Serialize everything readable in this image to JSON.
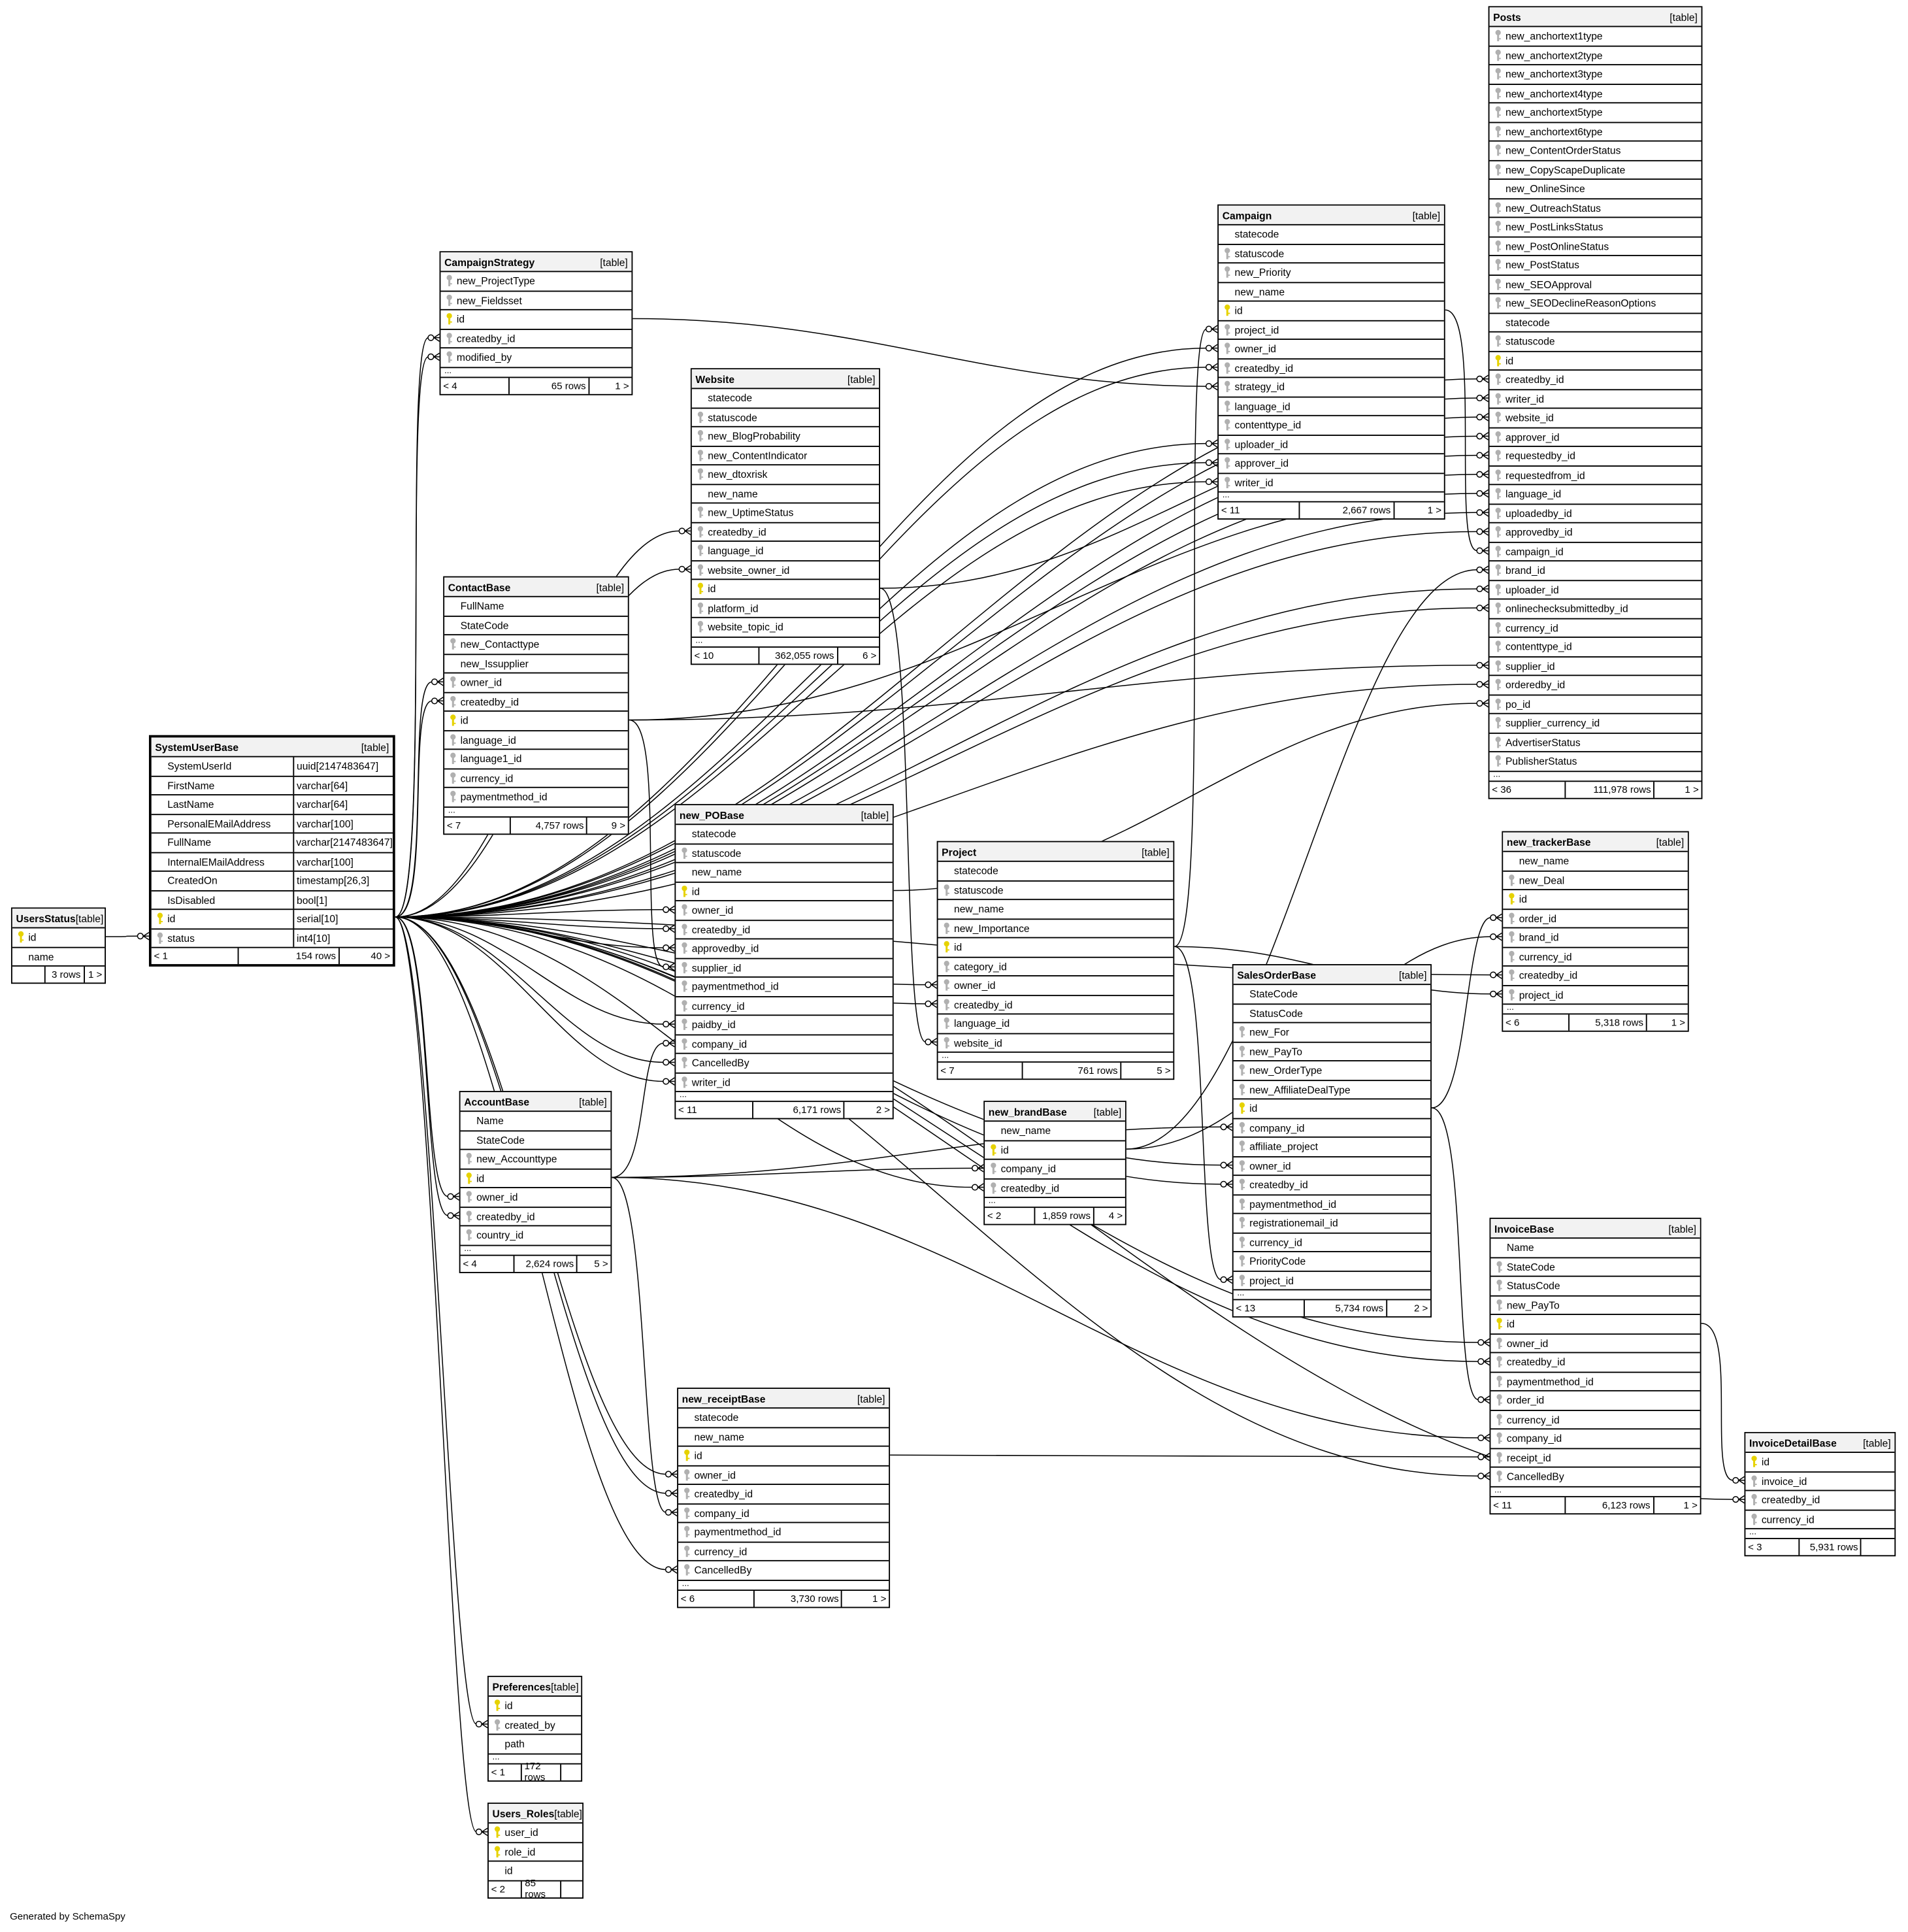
{
  "footer_text": "Generated by SchemaSpy",
  "colors": {
    "primary_key": "#e6d200",
    "foreign_key": "#b0b0b0",
    "header_bg": "#f2f2f2"
  },
  "tables": [
    {
      "name": "UsersStatus",
      "label": "[table]",
      "columns": [
        {
          "n": "id",
          "k": "pk"
        },
        {
          "n": "name",
          "k": ""
        }
      ],
      "ellipsis": false,
      "footer": [
        "",
        "3 rows",
        "1 >"
      ]
    },
    {
      "name": "SystemUserBase",
      "label": "[table]",
      "columns": [
        {
          "n": "SystemUserId",
          "t": "uuid[2147483647]",
          "k": ""
        },
        {
          "n": "FirstName",
          "t": "varchar[64]",
          "k": ""
        },
        {
          "n": "LastName",
          "t": "varchar[64]",
          "k": ""
        },
        {
          "n": "PersonalEMailAddress",
          "t": "varchar[100]",
          "k": ""
        },
        {
          "n": "FullName",
          "t": "varchar[2147483647]",
          "k": ""
        },
        {
          "n": "InternalEMailAddress",
          "t": "varchar[100]",
          "k": ""
        },
        {
          "n": "CreatedOn",
          "t": "timestamp[26,3]",
          "k": ""
        },
        {
          "n": "IsDisabled",
          "t": "bool[1]",
          "k": ""
        },
        {
          "n": "id",
          "t": "serial[10]",
          "k": "pk"
        },
        {
          "n": "status",
          "t": "int4[10]",
          "k": "fk"
        }
      ],
      "ellipsis": false,
      "footer": [
        "< 1",
        "154 rows",
        "40 >"
      ]
    },
    {
      "name": "CampaignStrategy",
      "label": "[table]",
      "columns": [
        {
          "n": "new_ProjectType",
          "k": "fk"
        },
        {
          "n": "new_Fieldsset",
          "k": "fk"
        },
        {
          "n": "id",
          "k": "pk"
        },
        {
          "n": "createdby_id",
          "k": "fk"
        },
        {
          "n": "modified_by",
          "k": "fk"
        }
      ],
      "ellipsis": true,
      "footer": [
        "< 4",
        "65 rows",
        "1 >"
      ]
    },
    {
      "name": "Website",
      "label": "[table]",
      "columns": [
        {
          "n": "statecode",
          "k": ""
        },
        {
          "n": "statuscode",
          "k": "fk"
        },
        {
          "n": "new_BlogProbability",
          "k": "fk"
        },
        {
          "n": "new_ContentIndicator",
          "k": "fk"
        },
        {
          "n": "new_dtoxrisk",
          "k": "fk"
        },
        {
          "n": "new_name",
          "k": ""
        },
        {
          "n": "new_UptimeStatus",
          "k": "fk"
        },
        {
          "n": "createdby_id",
          "k": "fk"
        },
        {
          "n": "language_id",
          "k": "fk"
        },
        {
          "n": "website_owner_id",
          "k": "fk"
        },
        {
          "n": "id",
          "k": "pk"
        },
        {
          "n": "platform_id",
          "k": "fk"
        },
        {
          "n": "website_topic_id",
          "k": "fk"
        }
      ],
      "ellipsis": true,
      "footer": [
        "< 10",
        "362,055 rows",
        "6 >"
      ]
    },
    {
      "name": "ContactBase",
      "label": "[table]",
      "columns": [
        {
          "n": "FullName",
          "k": ""
        },
        {
          "n": "StateCode",
          "k": ""
        },
        {
          "n": "new_Contacttype",
          "k": "fk"
        },
        {
          "n": "new_Issupplier",
          "k": ""
        },
        {
          "n": "owner_id",
          "k": "fk"
        },
        {
          "n": "createdby_id",
          "k": "fk"
        },
        {
          "n": "id",
          "k": "pk"
        },
        {
          "n": "language_id",
          "k": "fk"
        },
        {
          "n": "language1_id",
          "k": "fk"
        },
        {
          "n": "currency_id",
          "k": "fk"
        },
        {
          "n": "paymentmethod_id",
          "k": "fk"
        }
      ],
      "ellipsis": true,
      "footer": [
        "< 7",
        "4,757 rows",
        "9 >"
      ]
    },
    {
      "name": "Campaign",
      "label": "[table]",
      "columns": [
        {
          "n": "statecode",
          "k": ""
        },
        {
          "n": "statuscode",
          "k": "fk"
        },
        {
          "n": "new_Priority",
          "k": "fk"
        },
        {
          "n": "new_name",
          "k": ""
        },
        {
          "n": "id",
          "k": "pk"
        },
        {
          "n": "project_id",
          "k": "fk"
        },
        {
          "n": "owner_id",
          "k": "fk"
        },
        {
          "n": "createdby_id",
          "k": "fk"
        },
        {
          "n": "strategy_id",
          "k": "fk"
        },
        {
          "n": "language_id",
          "k": "fk"
        },
        {
          "n": "contenttype_id",
          "k": "fk"
        },
        {
          "n": "uploader_id",
          "k": "fk"
        },
        {
          "n": "approver_id",
          "k": "fk"
        },
        {
          "n": "writer_id",
          "k": "fk"
        }
      ],
      "ellipsis": true,
      "footer": [
        "< 11",
        "2,667 rows",
        "1 >"
      ]
    },
    {
      "name": "Posts",
      "label": "[table]",
      "columns": [
        {
          "n": "new_anchortext1type",
          "k": "fk"
        },
        {
          "n": "new_anchortext2type",
          "k": "fk"
        },
        {
          "n": "new_anchortext3type",
          "k": "fk"
        },
        {
          "n": "new_anchortext4type",
          "k": "fk"
        },
        {
          "n": "new_anchortext5type",
          "k": "fk"
        },
        {
          "n": "new_anchortext6type",
          "k": "fk"
        },
        {
          "n": "new_ContentOrderStatus",
          "k": "fk"
        },
        {
          "n": "new_CopyScapeDuplicate",
          "k": "fk"
        },
        {
          "n": "new_OnlineSince",
          "k": ""
        },
        {
          "n": "new_OutreachStatus",
          "k": "fk"
        },
        {
          "n": "new_PostLinksStatus",
          "k": "fk"
        },
        {
          "n": "new_PostOnlineStatus",
          "k": "fk"
        },
        {
          "n": "new_PostStatus",
          "k": "fk"
        },
        {
          "n": "new_SEOApproval",
          "k": "fk"
        },
        {
          "n": "new_SEODeclineReasonOptions",
          "k": "fk"
        },
        {
          "n": "statecode",
          "k": ""
        },
        {
          "n": "statuscode",
          "k": "fk"
        },
        {
          "n": "id",
          "k": "pk"
        },
        {
          "n": "createdby_id",
          "k": "fk"
        },
        {
          "n": "writer_id",
          "k": "fk"
        },
        {
          "n": "website_id",
          "k": "fk"
        },
        {
          "n": "approver_id",
          "k": "fk"
        },
        {
          "n": "requestedby_id",
          "k": "fk"
        },
        {
          "n": "requestedfrom_id",
          "k": "fk"
        },
        {
          "n": "language_id",
          "k": "fk"
        },
        {
          "n": "uploadedby_id",
          "k": "fk"
        },
        {
          "n": "approvedby_id",
          "k": "fk"
        },
        {
          "n": "campaign_id",
          "k": "fk"
        },
        {
          "n": "brand_id",
          "k": "fk"
        },
        {
          "n": "uploader_id",
          "k": "fk"
        },
        {
          "n": "onlinechecksubmittedby_id",
          "k": "fk"
        },
        {
          "n": "currency_id",
          "k": "fk"
        },
        {
          "n": "contenttype_id",
          "k": "fk"
        },
        {
          "n": "supplier_id",
          "k": "fk"
        },
        {
          "n": "orderedby_id",
          "k": "fk"
        },
        {
          "n": "po_id",
          "k": "fk"
        },
        {
          "n": "supplier_currency_id",
          "k": "fk"
        },
        {
          "n": "AdvertiserStatus",
          "k": "fk"
        },
        {
          "n": "PublisherStatus",
          "k": "fk"
        }
      ],
      "ellipsis": true,
      "footer": [
        "< 36",
        "111,978 rows",
        "1 >"
      ]
    },
    {
      "name": "new_POBase",
      "label": "[table]",
      "columns": [
        {
          "n": "statecode",
          "k": ""
        },
        {
          "n": "statuscode",
          "k": "fk"
        },
        {
          "n": "new_name",
          "k": ""
        },
        {
          "n": "id",
          "k": "pk"
        },
        {
          "n": "owner_id",
          "k": "fk"
        },
        {
          "n": "createdby_id",
          "k": "fk"
        },
        {
          "n": "approvedby_id",
          "k": "fk"
        },
        {
          "n": "supplier_id",
          "k": "fk"
        },
        {
          "n": "paymentmethod_id",
          "k": "fk"
        },
        {
          "n": "currency_id",
          "k": "fk"
        },
        {
          "n": "paidby_id",
          "k": "fk"
        },
        {
          "n": "company_id",
          "k": "fk"
        },
        {
          "n": "CancelledBy",
          "k": "fk"
        },
        {
          "n": "writer_id",
          "k": "fk"
        }
      ],
      "ellipsis": true,
      "footer": [
        "< 11",
        "6,171 rows",
        "2 >"
      ]
    },
    {
      "name": "Project",
      "label": "[table]",
      "columns": [
        {
          "n": "statecode",
          "k": ""
        },
        {
          "n": "statuscode",
          "k": "fk"
        },
        {
          "n": "new_name",
          "k": ""
        },
        {
          "n": "new_Importance",
          "k": "fk"
        },
        {
          "n": "id",
          "k": "pk"
        },
        {
          "n": "category_id",
          "k": "fk"
        },
        {
          "n": "owner_id",
          "k": "fk"
        },
        {
          "n": "createdby_id",
          "k": "fk"
        },
        {
          "n": "language_id",
          "k": "fk"
        },
        {
          "n": "website_id",
          "k": "fk"
        }
      ],
      "ellipsis": true,
      "footer": [
        "< 7",
        "761 rows",
        "5 >"
      ]
    },
    {
      "name": "new_trackerBase",
      "label": "[table]",
      "columns": [
        {
          "n": "new_name",
          "k": ""
        },
        {
          "n": "new_Deal",
          "k": "fk"
        },
        {
          "n": "id",
          "k": "pk"
        },
        {
          "n": "order_id",
          "k": "fk"
        },
        {
          "n": "brand_id",
          "k": "fk"
        },
        {
          "n": "currency_id",
          "k": "fk"
        },
        {
          "n": "createdby_id",
          "k": "fk"
        },
        {
          "n": "project_id",
          "k": "fk"
        }
      ],
      "ellipsis": true,
      "footer": [
        "< 6",
        "5,318 rows",
        "1 >"
      ]
    },
    {
      "name": "SalesOrderBase",
      "label": "[table]",
      "columns": [
        {
          "n": "StateCode",
          "k": ""
        },
        {
          "n": "StatusCode",
          "k": ""
        },
        {
          "n": "new_For",
          "k": "fk"
        },
        {
          "n": "new_PayTo",
          "k": "fk"
        },
        {
          "n": "new_OrderType",
          "k": "fk"
        },
        {
          "n": "new_AffiliateDealType",
          "k": "fk"
        },
        {
          "n": "id",
          "k": "pk"
        },
        {
          "n": "company_id",
          "k": "fk"
        },
        {
          "n": "affiliate_project",
          "k": "fk"
        },
        {
          "n": "owner_id",
          "k": "fk"
        },
        {
          "n": "createdby_id",
          "k": "fk"
        },
        {
          "n": "paymentmethod_id",
          "k": "fk"
        },
        {
          "n": "registrationemail_id",
          "k": "fk"
        },
        {
          "n": "currency_id",
          "k": "fk"
        },
        {
          "n": "PriorityCode",
          "k": "fk"
        },
        {
          "n": "project_id",
          "k": "fk"
        }
      ],
      "ellipsis": true,
      "footer": [
        "< 13",
        "5,734 rows",
        "2 >"
      ]
    },
    {
      "name": "new_brandBase",
      "label": "[table]",
      "columns": [
        {
          "n": "new_name",
          "k": ""
        },
        {
          "n": "id",
          "k": "pk"
        },
        {
          "n": "company_id",
          "k": "fk"
        },
        {
          "n": "createdby_id",
          "k": "fk"
        }
      ],
      "ellipsis": true,
      "footer": [
        "< 2",
        "1,859 rows",
        "4 >"
      ]
    },
    {
      "name": "AccountBase",
      "label": "[table]",
      "columns": [
        {
          "n": "Name",
          "k": ""
        },
        {
          "n": "StateCode",
          "k": ""
        },
        {
          "n": "new_Accounttype",
          "k": "fk"
        },
        {
          "n": "id",
          "k": "pk"
        },
        {
          "n": "owner_id",
          "k": "fk"
        },
        {
          "n": "createdby_id",
          "k": "fk"
        },
        {
          "n": "country_id",
          "k": "fk"
        }
      ],
      "ellipsis": true,
      "footer": [
        "< 4",
        "2,624 rows",
        "5 >"
      ]
    },
    {
      "name": "InvoiceBase",
      "label": "[table]",
      "columns": [
        {
          "n": "Name",
          "k": ""
        },
        {
          "n": "StateCode",
          "k": "fk"
        },
        {
          "n": "StatusCode",
          "k": "fk"
        },
        {
          "n": "new_PayTo",
          "k": "fk"
        },
        {
          "n": "id",
          "k": "pk"
        },
        {
          "n": "owner_id",
          "k": "fk"
        },
        {
          "n": "createdby_id",
          "k": "fk"
        },
        {
          "n": "paymentmethod_id",
          "k": "fk"
        },
        {
          "n": "order_id",
          "k": "fk"
        },
        {
          "n": "currency_id",
          "k": "fk"
        },
        {
          "n": "company_id",
          "k": "fk"
        },
        {
          "n": "receipt_id",
          "k": "fk"
        },
        {
          "n": "CancelledBy",
          "k": "fk"
        }
      ],
      "ellipsis": true,
      "footer": [
        "< 11",
        "6,123 rows",
        "1 >"
      ]
    },
    {
      "name": "InvoiceDetailBase",
      "label": "[table]",
      "columns": [
        {
          "n": "id",
          "k": "pk"
        },
        {
          "n": "invoice_id",
          "k": "fk"
        },
        {
          "n": "createdby_id",
          "k": "fk"
        },
        {
          "n": "currency_id",
          "k": "fk"
        }
      ],
      "ellipsis": true,
      "footer": [
        "< 3",
        "5,931 rows",
        ""
      ]
    },
    {
      "name": "new_receiptBase",
      "label": "[table]",
      "columns": [
        {
          "n": "statecode",
          "k": ""
        },
        {
          "n": "new_name",
          "k": ""
        },
        {
          "n": "id",
          "k": "pk"
        },
        {
          "n": "owner_id",
          "k": "fk"
        },
        {
          "n": "createdby_id",
          "k": "fk"
        },
        {
          "n": "company_id",
          "k": "fk"
        },
        {
          "n": "paymentmethod_id",
          "k": "fk"
        },
        {
          "n": "currency_id",
          "k": "fk"
        },
        {
          "n": "CancelledBy",
          "k": "fk"
        }
      ],
      "ellipsis": true,
      "footer": [
        "< 6",
        "3,730 rows",
        "1 >"
      ]
    },
    {
      "name": "Preferences",
      "label": "[table]",
      "columns": [
        {
          "n": "id",
          "k": "pk"
        },
        {
          "n": "created_by",
          "k": "fk"
        },
        {
          "n": "path",
          "k": ""
        }
      ],
      "ellipsis": true,
      "footer": [
        "< 1",
        "172 rows",
        ""
      ]
    },
    {
      "name": "Users_Roles",
      "label": "[table]",
      "columns": [
        {
          "n": "user_id",
          "k": "pk"
        },
        {
          "n": "role_id",
          "k": "pk"
        },
        {
          "n": "id",
          "k": ""
        }
      ],
      "ellipsis": false,
      "footer": [
        "< 2",
        "85 rows",
        ""
      ]
    }
  ]
}
